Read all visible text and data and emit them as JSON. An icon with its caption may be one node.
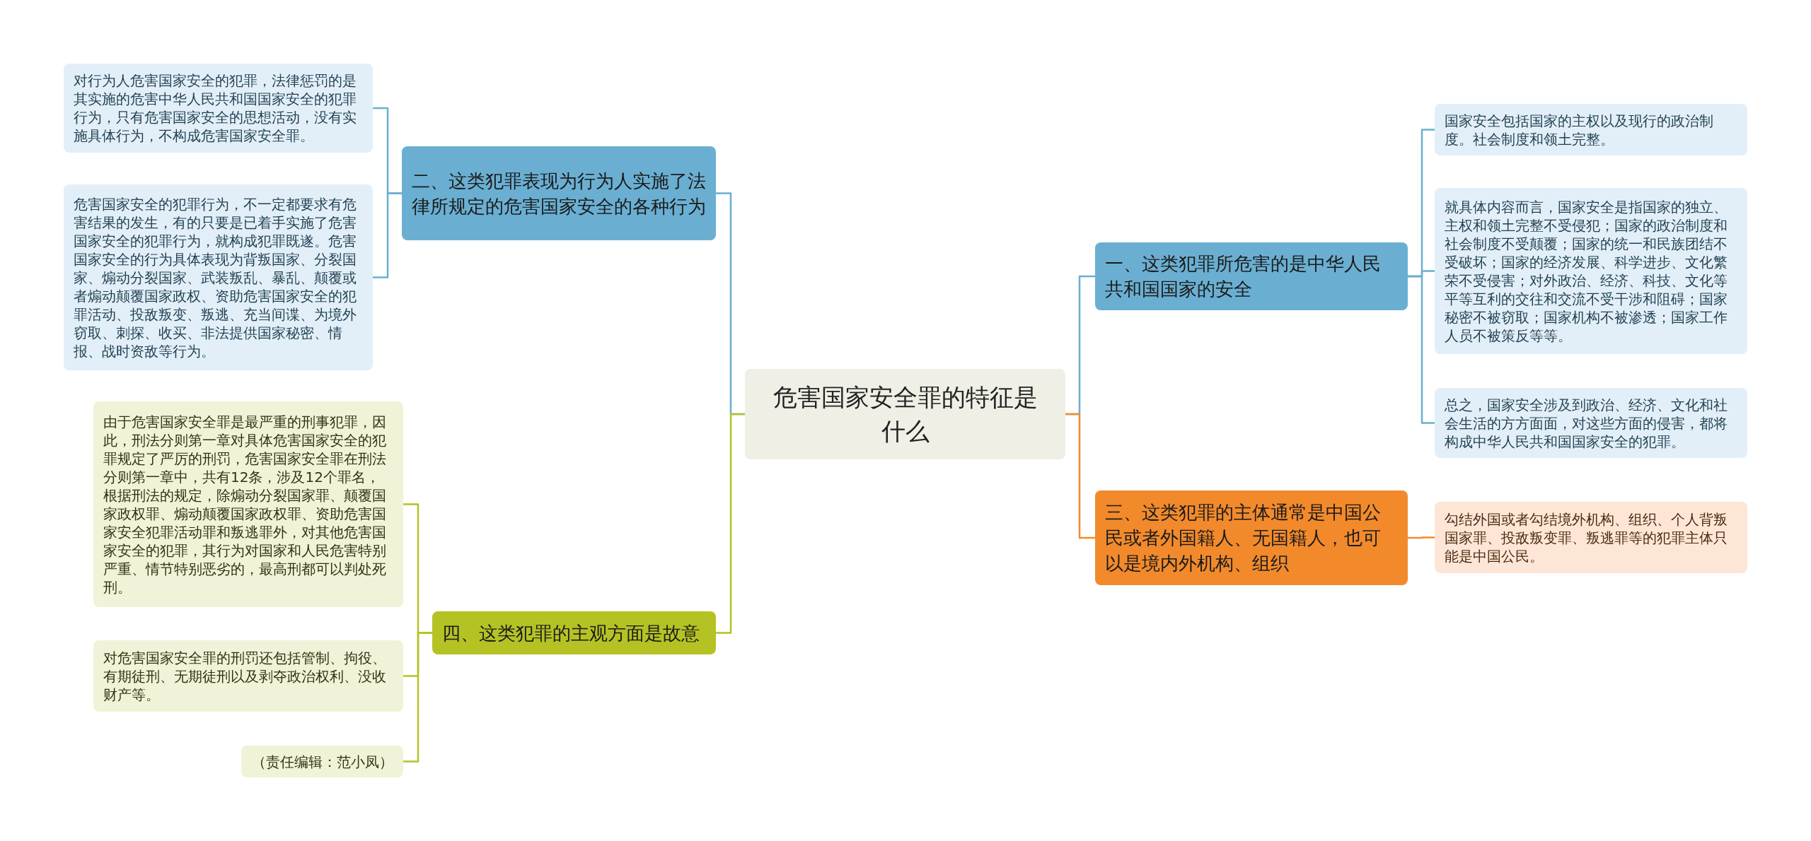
{
  "diagram": {
    "nodes": [
      {
        "text": [
          "危害国家安全罪的特征是什么"
        ]
      },
      {
        "text": [
          "二、这类犯罪表现为行为人实施了法律所规定的危害国家安全的各种行为"
        ]
      },
      {
        "text": [
          "对行为人危害国家安全的犯罪，法律惩罚的是其实施的危害中华人民共和国国家安全的犯罪行为，只有危害国家安全的思想活动，没有实施具体行为，不构成危害国家安全罪。"
        ]
      },
      {
        "text": [
          "危害国家安全的犯罪行为，不一定都要求有危害结果的发生，有的只要是已着手实施了危害国家安全的犯罪行为，就构成犯罪既遂。危害国家安全的行为具体表现为背叛国家、分裂国家、煽动分裂国家、武装叛乱、暴乱、颠覆或者煽动颠覆国家政权、资助危害国家安全的犯罪活动、投敌叛变、叛逃、充当间谍、为境外窃取、刺探、收买、非法提供国家秘密、情报、战时资敌等行为。"
        ]
      },
      {
        "text": [
          "四、这类犯罪的主观方面是故意"
        ]
      },
      {
        "text": [
          "由于危害国家安全罪是最严重的刑事犯罪，因此，刑法分则第一章对具体危害国家安全的犯罪规定了严厉的刑罚，危害国家安全罪在刑法分则第一章中，共有12条，涉及12个罪名，根据刑法的规定，除煽动分裂国家罪、颠覆国家政权罪、煽动颠覆国家政权罪、资助危害国家安全犯罪活动罪和叛逃罪外，对其他危害国家安全的犯罪，其行为对国家和人民危害特别严重、情节特别恶劣的，最高刑都可以判处死刑。"
        ]
      },
      {
        "text": [
          "对危害国家安全罪的刑罚还包括管制、拘役、有期徒刑、无期徒刑以及剥夺政治权利、没收财产等。"
        ]
      },
      {
        "text": [
          "（责任编辑：范小凤）"
        ]
      },
      {
        "text": [
          "一、这类犯罪所危害的是中华人民共和国国家的安全"
        ]
      },
      {
        "text": [
          "国家安全包括国家的主权以及现行的政治制度。社会制度和领土完整。"
        ]
      },
      {
        "text": [
          "就具体内容而言，国家安全是指国家的独立、主权和领土完整不受侵犯；国家的政治制度和社会制度不受颠覆；国家的统一和民族团结不受破坏；国家的经济发展、科学进步、文化繁荣不受侵害；对外政治、经济、科技、文化等平等互利的交往和交流不受干涉和阻碍；国家秘密不被窃取；国家机构不被渗透；国家工作人员不被策反等等。"
        ]
      },
      {
        "text": [
          "总之，国家安全涉及到政治、经济、文化和社会生活的方方面面，对这些方面的侵害，都将构成中华人民共和国国家安全的犯罪。"
        ]
      },
      {
        "text": [
          "三、这类犯罪的主体通常是中国公民或者外国籍人、无国籍人，也可以是境内外机构、组织"
        ]
      },
      {
        "text": [
          "勾结外国或者勾结境外机构、组织、个人背叛国家罪、投敌叛变罪、叛逃罪等的犯罪主体只能是中国公民。"
        ]
      }
    ],
    "edges": [
      {
        "from": 0,
        "to": 1,
        "arrow": "none"
      },
      {
        "from": 1,
        "to": 2,
        "arrow": "none"
      },
      {
        "from": 1,
        "to": 3,
        "arrow": "none"
      },
      {
        "from": 0,
        "to": 4,
        "arrow": "none",
        "color": "#b5c224"
      },
      {
        "from": 4,
        "to": 5,
        "arrow": "none",
        "color": "#b5c224"
      },
      {
        "from": 4,
        "to": 6,
        "arrow": "none",
        "color": "#b5c224"
      },
      {
        "from": 4,
        "to": 7,
        "arrow": "none",
        "color": "#b5c224"
      },
      {
        "from": 0,
        "to": 8,
        "arrow": "none"
      },
      {
        "from": 8,
        "to": 9,
        "arrow": "none"
      },
      {
        "from": 8,
        "to": 10,
        "arrow": "none"
      },
      {
        "from": 8,
        "to": 11,
        "arrow": "none"
      },
      {
        "from": 0,
        "to": 12,
        "arrow": "none",
        "color": "#f28a2c"
      },
      {
        "from": 12,
        "to": 13,
        "arrow": "none",
        "color": "#f28a2c"
      }
    ]
  }
}
